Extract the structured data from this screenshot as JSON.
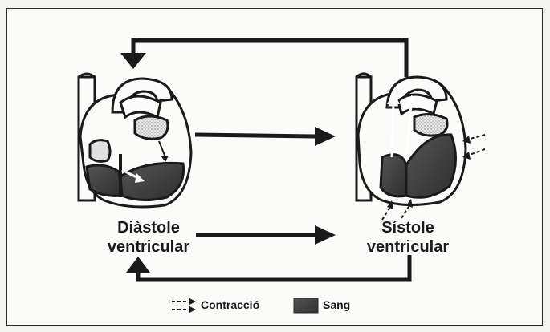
{
  "labels": {
    "diastole_line1": "Diàstole",
    "diastole_line2": "ventricular",
    "systole_line1": "Sístole",
    "systole_line2": "ventricular"
  },
  "legend": {
    "contraction_icon": "dashed-arrow-icon",
    "contraction_label": "Contracció",
    "blood_icon": "shaded-swatch-icon",
    "blood_label": "Sang"
  },
  "colors": {
    "ink": "#1a1a1a",
    "blood": "#3c3c3c",
    "background": "#fbfbfa"
  }
}
